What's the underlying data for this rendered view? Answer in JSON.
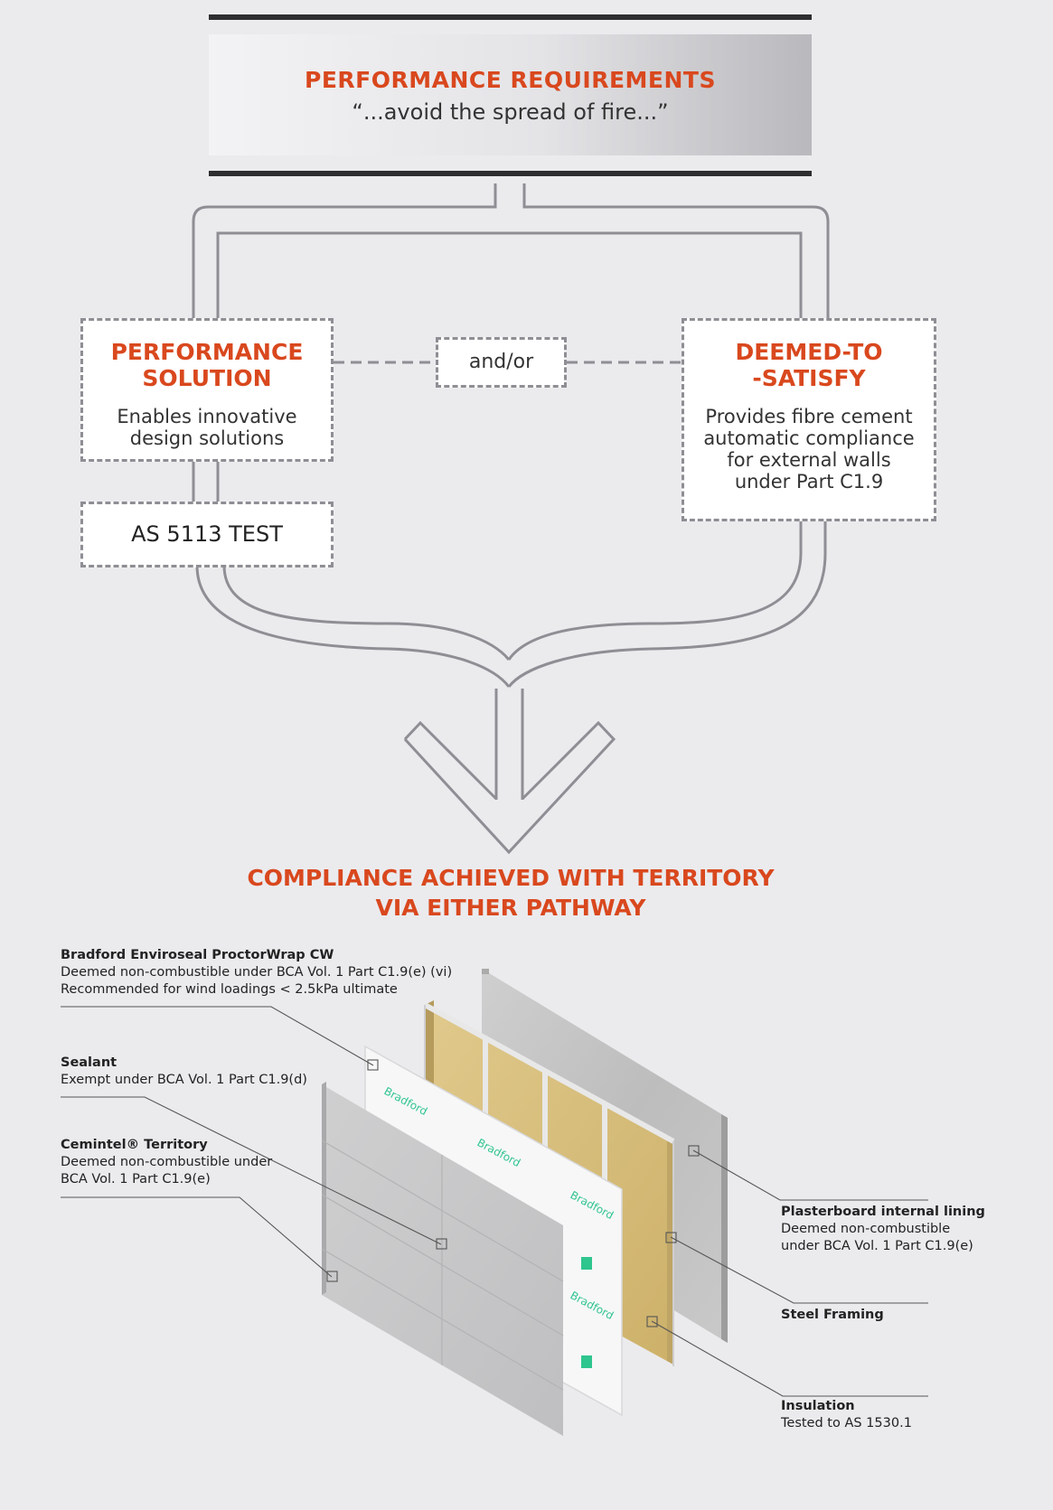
{
  "header": {
    "title": "PERFORMANCE REQUIREMENTS",
    "quote": "“...avoid the spread of fire...”"
  },
  "performance_solution": {
    "title_line1": "PERFORMANCE",
    "title_line2": "SOLUTION",
    "text_line1": "Enables innovative",
    "text_line2": "design solutions"
  },
  "andor": "and/or",
  "dts": {
    "title_line1": "DEEMED-TO",
    "title_line2": "-SATISFY",
    "text_line1": "Provides fibre cement",
    "text_line2": "automatic compliance",
    "text_line3": "for external walls",
    "text_line4": "under Part C1.9"
  },
  "test_box": "AS 5113 TEST",
  "compliance": {
    "line1": "COMPLIANCE ACHIEVED WITH TERRITORY",
    "line2": "VIA EITHER PATHWAY"
  },
  "labels": {
    "wrap": {
      "title": "Bradford Enviroseal ProctorWrap CW",
      "line1": "Deemed non-combustible under BCA Vol. 1 Part C1.9(e) (vi)",
      "line2": "Recommended for wind loadings < 2.5kPa ultimate"
    },
    "sealant": {
      "title": "Sealant",
      "line1": "Exempt under BCA Vol. 1 Part C1.9(d)"
    },
    "cemintel": {
      "title": "Cemintel® Territory",
      "line1": "Deemed non-combustible under",
      "line2": "BCA Vol. 1 Part C1.9(e)"
    },
    "plasterboard": {
      "title": "Plasterboard internal lining",
      "line1": "Deemed non-combustible",
      "line2": "under BCA Vol. 1 Part C1.9(e)"
    },
    "steel": {
      "title": "Steel Framing"
    },
    "insulation": {
      "title": "Insulation",
      "line1": "Tested to AS 1530.1"
    }
  },
  "wrap_brand": "Bradford",
  "colors": {
    "accent": "#d9481e",
    "line": "#8e8e94",
    "background": "#ebebee",
    "insulation": "#d8c07e",
    "cladding": "#c8c8ca",
    "plasterboard": "#c4c4c4",
    "brand_green": "#2fc58e"
  }
}
